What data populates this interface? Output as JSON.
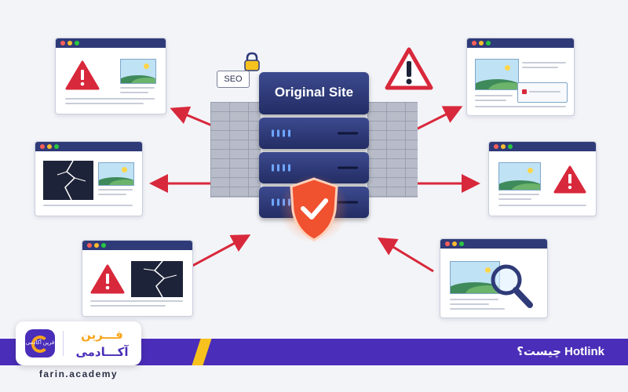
{
  "hero": {
    "server_label": "Original Site",
    "seo_tag": "SEO"
  },
  "banner": {
    "title": "Hotlink چیست؟"
  },
  "brand": {
    "logo_mini": "فرین آکادمی",
    "logo_line1": "فـــرین",
    "logo_line2": "آکـــادمی",
    "domain": "farin.academy",
    "primary_color": "#4a2db8",
    "accent_color": "#f7c21d"
  },
  "icons": [
    "shield-check-icon",
    "warning-icon",
    "magnifier-icon",
    "padlock-icon",
    "broken-image-icon",
    "landscape-image-icon"
  ]
}
